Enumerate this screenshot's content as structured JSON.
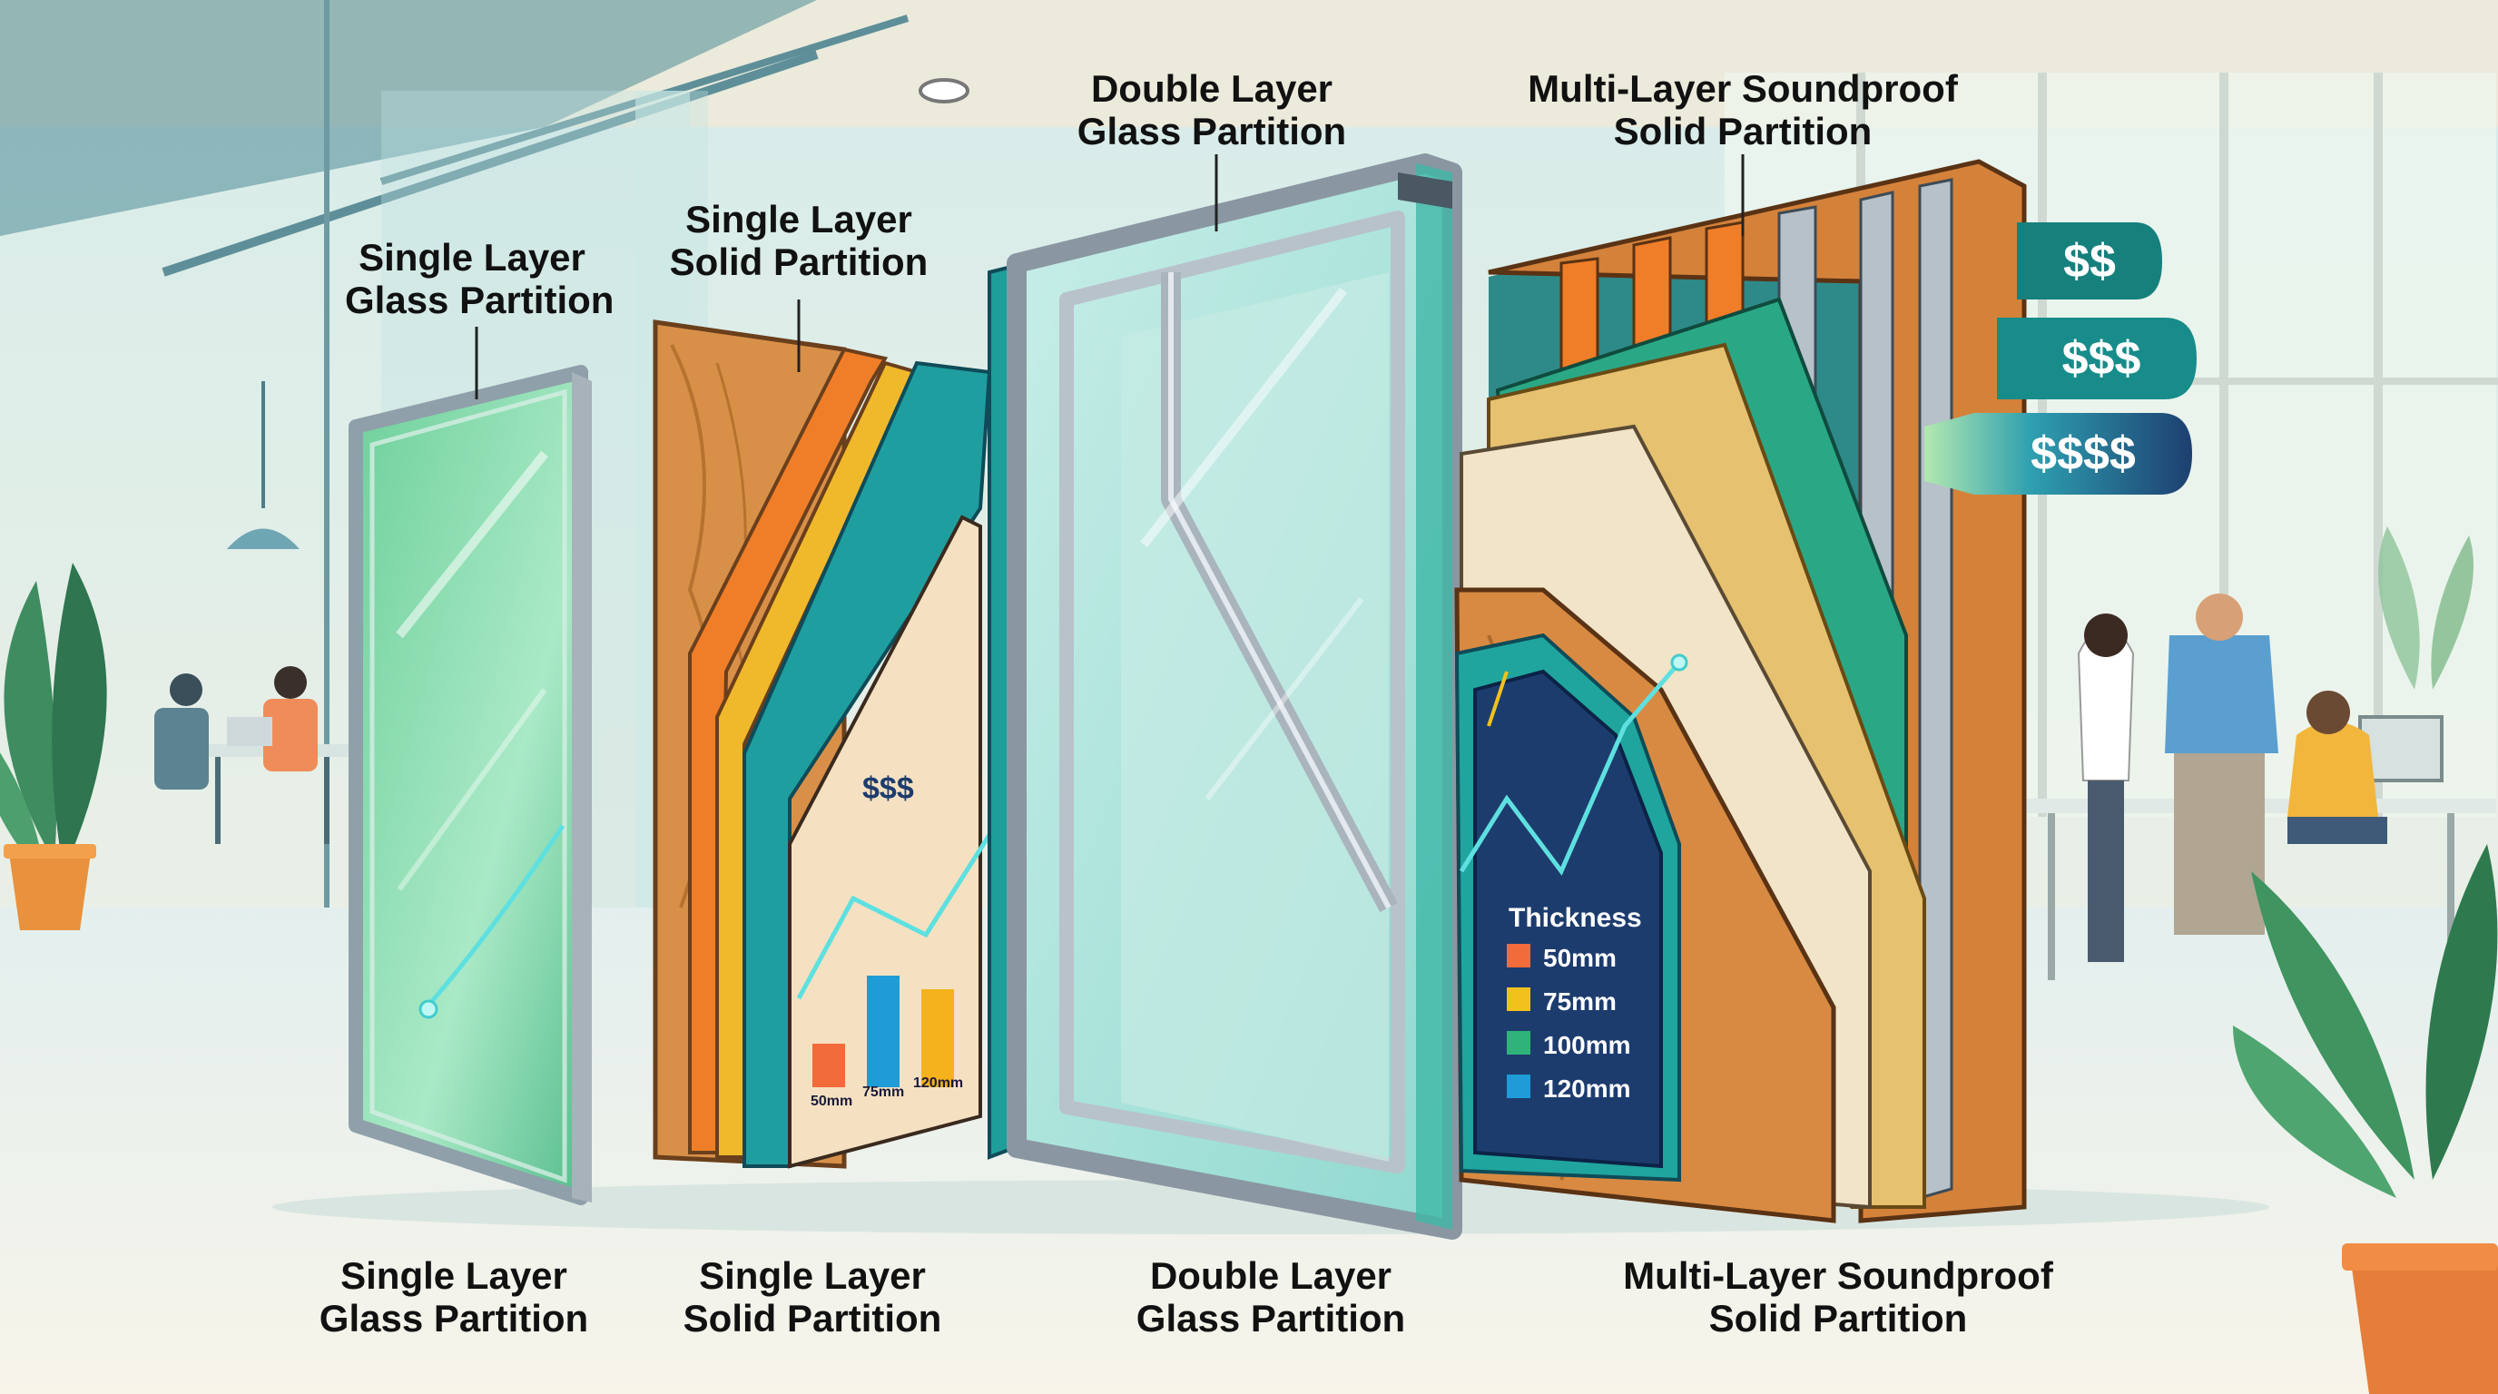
{
  "top_labels": {
    "single_glass": [
      "Single Layer",
      "Glass Partition"
    ],
    "single_solid": [
      "Single Layer",
      "Solid Partition"
    ],
    "double_glass": [
      "Double Layer",
      "Glass Partition"
    ],
    "multi_layer": [
      "Multi-Layer Soundproof",
      "Solid Partition"
    ]
  },
  "bottom_labels": {
    "single_glass": [
      "Single Layer",
      "Glass Partition"
    ],
    "single_solid": [
      "Single Layer",
      "Solid Partition"
    ],
    "double_glass": [
      "Double Layer",
      "Glass Partition"
    ],
    "multi_layer": [
      "Multi-Layer Soundproof",
      "Solid Partition"
    ]
  },
  "price_tags": [
    "$$",
    "$$$",
    "$$$$"
  ],
  "solid_panel": {
    "cost_label": "$$$",
    "bar_labels": [
      "50mm",
      "75mm",
      "120mm"
    ],
    "bar_colors": [
      "#f26b3a",
      "#1f9bd7",
      "#f5b21c"
    ]
  },
  "thickness_legend": {
    "title": "Thickness",
    "items": [
      {
        "label": "50mm",
        "color": "#f26b3a"
      },
      {
        "label": "75mm",
        "color": "#f2c21c"
      },
      {
        "label": "100mm",
        "color": "#2fb37a"
      },
      {
        "label": "120mm",
        "color": "#1f9bd7"
      }
    ]
  },
  "colors": {
    "glass": "#8fe0b8",
    "frame": "#aab3bc",
    "wood": "#d9843c",
    "teal": "#1e9e9a",
    "navy": "#1d3c6e",
    "price_tag": "#16807d",
    "price_tag_dark": "#1d3f70"
  }
}
